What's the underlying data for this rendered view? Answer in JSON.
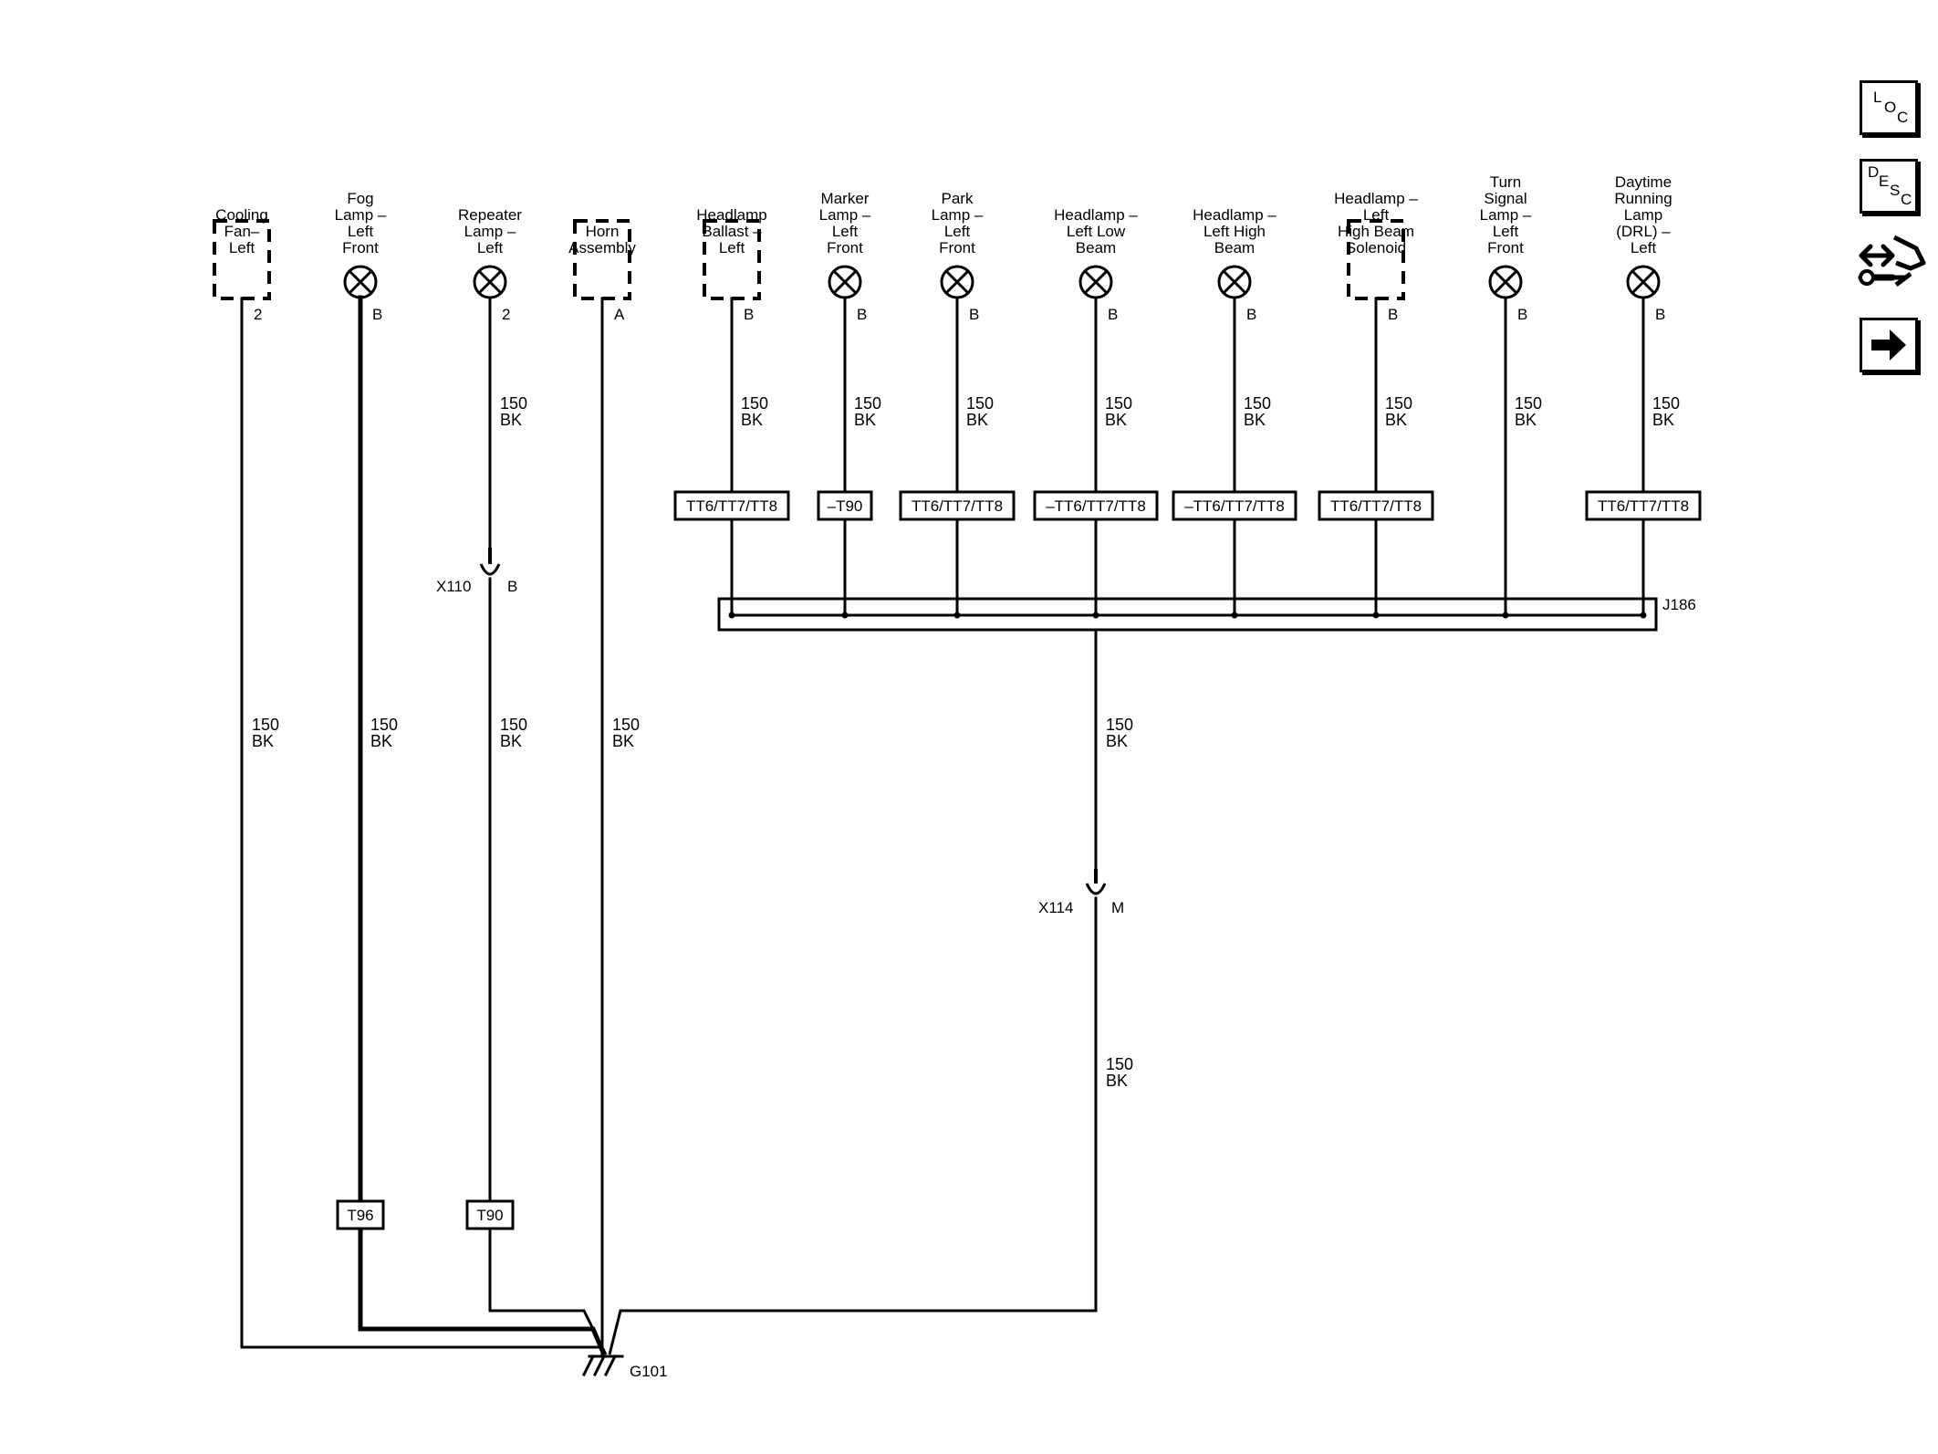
{
  "components": [
    {
      "id": "cooling-fan-left",
      "label_lines": [
        "Cooling",
        "Fan–",
        "Left"
      ],
      "type": "device",
      "pin": "2",
      "wire": "150 BK"
    },
    {
      "id": "fog-lamp-left-front",
      "label_lines": [
        "Fog",
        "Lamp –",
        "Left",
        "Front"
      ],
      "type": "lamp",
      "pin": "B",
      "wire": "150 BK"
    },
    {
      "id": "repeater-lamp-left",
      "label_lines": [
        "Repeater",
        "Lamp –",
        "Left"
      ],
      "type": "lamp",
      "pin": "2",
      "wire": "150 BK"
    },
    {
      "id": "horn-assembly",
      "label_lines": [
        "Horn",
        "Assembly"
      ],
      "type": "device",
      "pin": "A",
      "wire": "150 BK"
    },
    {
      "id": "headlamp-ballast-left",
      "label_lines": [
        "Headlamp",
        "Ballast –",
        "Left"
      ],
      "type": "device",
      "pin": "B",
      "wire": "150 BK",
      "option": "TT6/TT7/TT8"
    },
    {
      "id": "marker-lamp-left-front",
      "label_lines": [
        "Marker",
        "Lamp –",
        "Left",
        "Front"
      ],
      "type": "lamp",
      "pin": "B",
      "wire": "150 BK",
      "option": "–T90"
    },
    {
      "id": "park-lamp-left-front",
      "label_lines": [
        "Park",
        "Lamp –",
        "Left",
        "Front"
      ],
      "type": "lamp",
      "pin": "B",
      "wire": "150 BK",
      "option": "TT6/TT7/TT8"
    },
    {
      "id": "headlamp-left-low-beam",
      "label_lines": [
        "Headlamp –",
        "Left Low",
        "Beam"
      ],
      "type": "lamp",
      "pin": "B",
      "wire": "150 BK",
      "option": "–TT6/TT7/TT8"
    },
    {
      "id": "headlamp-left-high-beam",
      "label_lines": [
        "Headlamp –",
        "Left High",
        "Beam"
      ],
      "type": "lamp",
      "pin": "B",
      "wire": "150 BK",
      "option": "–TT6/TT7/TT8"
    },
    {
      "id": "headlamp-left-high-beam-solenoid",
      "label_lines": [
        "Headlamp –",
        "Left",
        "High Beam",
        "Solenoid"
      ],
      "type": "device",
      "pin": "B",
      "wire": "150 BK",
      "option": "TT6/TT7/TT8"
    },
    {
      "id": "turn-signal-lamp-left-front",
      "label_lines": [
        "Turn",
        "Signal",
        "Lamp –",
        "Left",
        "Front"
      ],
      "type": "lamp",
      "pin": "B",
      "wire": "150 BK"
    },
    {
      "id": "drl-left",
      "label_lines": [
        "Daytime",
        "Running",
        "Lamp",
        "(DRL) –",
        "Left"
      ],
      "type": "lamp",
      "pin": "B",
      "wire": "150 BK",
      "option": "TT6/TT7/TT8"
    }
  ],
  "splice": {
    "label": "J186"
  },
  "inline_connectors": [
    {
      "id": "x110",
      "label": "X110",
      "pin": "B"
    },
    {
      "id": "x114",
      "label": "X114",
      "pin": "M"
    }
  ],
  "lower_wires": {
    "repeater_lower": "150 BK",
    "cooling_lower": "150 BK",
    "fog_lower": "150 BK",
    "horn_lower": "150 BK",
    "splice_to_x114": "150 BK",
    "x114_to_ground": "150 BK"
  },
  "lower_options": [
    {
      "id": "fog-option",
      "label": "T96"
    },
    {
      "id": "repeater-option",
      "label": "T90"
    }
  ],
  "ground": {
    "label": "G101"
  },
  "side_nav": [
    {
      "id": "loc",
      "letters": [
        "L",
        "O",
        "C"
      ],
      "name": "Location"
    },
    {
      "id": "desc",
      "letters": [
        "D",
        "E",
        "S",
        "C"
      ],
      "name": "Description"
    },
    {
      "id": "connector-end-view",
      "name": "Connector End View"
    },
    {
      "id": "next",
      "name": "Next Page"
    }
  ]
}
